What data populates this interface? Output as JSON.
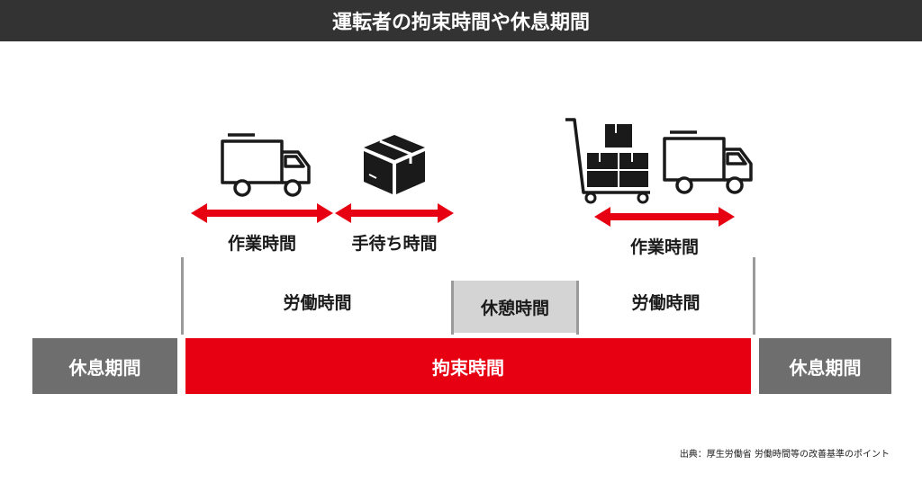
{
  "title": "運転者の拘束時間や休息期間",
  "icons": {
    "truck": "truck-icon",
    "box": "package-box-icon",
    "cart": "hand-cart-with-boxes-icon"
  },
  "labels": {
    "work_left": "作業時間",
    "wait": "手待ち時間",
    "work_right": "作業時間",
    "labor_left": "労働時間",
    "break": "休憩時間",
    "labor_right": "労働時間"
  },
  "bars": {
    "rest_left": "休息期間",
    "binding": "拘束時間",
    "rest_right": "休息期間"
  },
  "source": "出典：厚生労働省 労働時間等の改善基準のポイント",
  "colors": {
    "title_bg": "#333333",
    "accent_red": "#e60012",
    "rest_gray": "#6e6e6e",
    "break_gray": "#d4d4d4"
  }
}
